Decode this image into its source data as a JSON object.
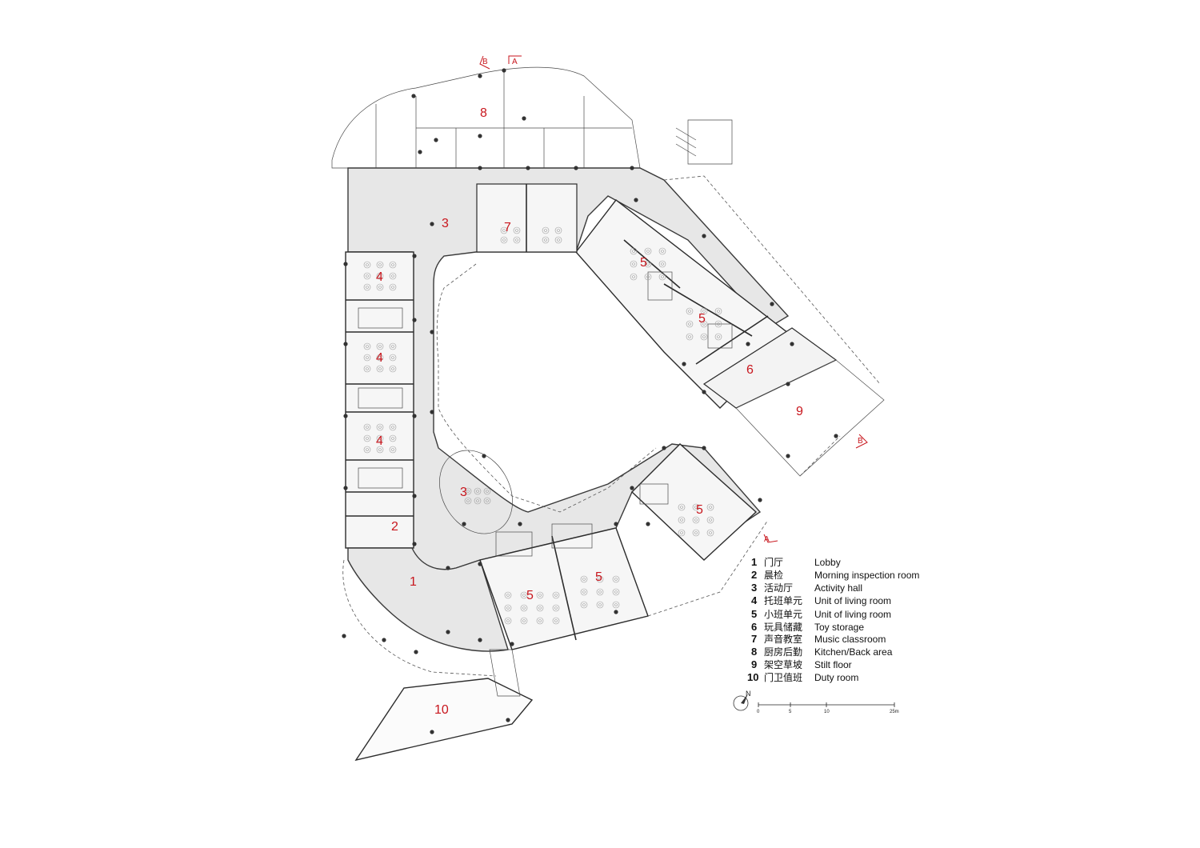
{
  "room_labels": [
    {
      "id": "lobby",
      "text": "1"
    },
    {
      "id": "morning-inspection",
      "text": "2"
    },
    {
      "id": "activity-hall-north",
      "text": "3"
    },
    {
      "id": "activity-hall-south",
      "text": "3"
    },
    {
      "id": "living-unit-4a",
      "text": "4"
    },
    {
      "id": "living-unit-4b",
      "text": "4"
    },
    {
      "id": "living-unit-4c",
      "text": "4"
    },
    {
      "id": "living-unit-5a",
      "text": "5"
    },
    {
      "id": "living-unit-5b",
      "text": "5"
    },
    {
      "id": "living-unit-5c",
      "text": "5"
    },
    {
      "id": "living-unit-5d",
      "text": "5"
    },
    {
      "id": "living-unit-5e",
      "text": "5"
    },
    {
      "id": "toy-storage",
      "text": "6"
    },
    {
      "id": "music-classroom",
      "text": "7"
    },
    {
      "id": "kitchen",
      "text": "8"
    },
    {
      "id": "stilt-floor",
      "text": "9"
    },
    {
      "id": "duty-room",
      "text": "10"
    }
  ],
  "section_markers": [
    {
      "id": "section-b-top",
      "letter": "B"
    },
    {
      "id": "section-a-top",
      "letter": "A"
    },
    {
      "id": "section-b-right",
      "letter": "B"
    },
    {
      "id": "section-a-right",
      "letter": "A"
    }
  ],
  "legend": [
    {
      "num": "1",
      "cn": "门厅",
      "en": "Lobby"
    },
    {
      "num": "2",
      "cn": "晨检",
      "en": "Morning inspection room"
    },
    {
      "num": "3",
      "cn": "活动厅",
      "en": "Activity hall"
    },
    {
      "num": "4",
      "cn": "托班单元",
      "en": "Unit of living room"
    },
    {
      "num": "5",
      "cn": "小班单元",
      "en": "Unit of living room"
    },
    {
      "num": "6",
      "cn": "玩具储藏",
      "en": "Toy storage"
    },
    {
      "num": "7",
      "cn": "声音教室",
      "en": "Music classroom"
    },
    {
      "num": "8",
      "cn": "厨房后勤",
      "en": "Kitchen/Back area"
    },
    {
      "num": "9",
      "cn": "架空草坡",
      "en": "Stilt floor"
    },
    {
      "num": "10",
      "cn": "门卫值班",
      "en": "Duty room"
    }
  ],
  "north_arrow": {
    "label": "N"
  },
  "scale_bar": {
    "ticks": [
      "0",
      "5",
      "10",
      "25m"
    ]
  },
  "colors": {
    "accent_red": "#c8161d",
    "floor_fill": "#e7e7e7",
    "line": "#2c2c2c"
  }
}
